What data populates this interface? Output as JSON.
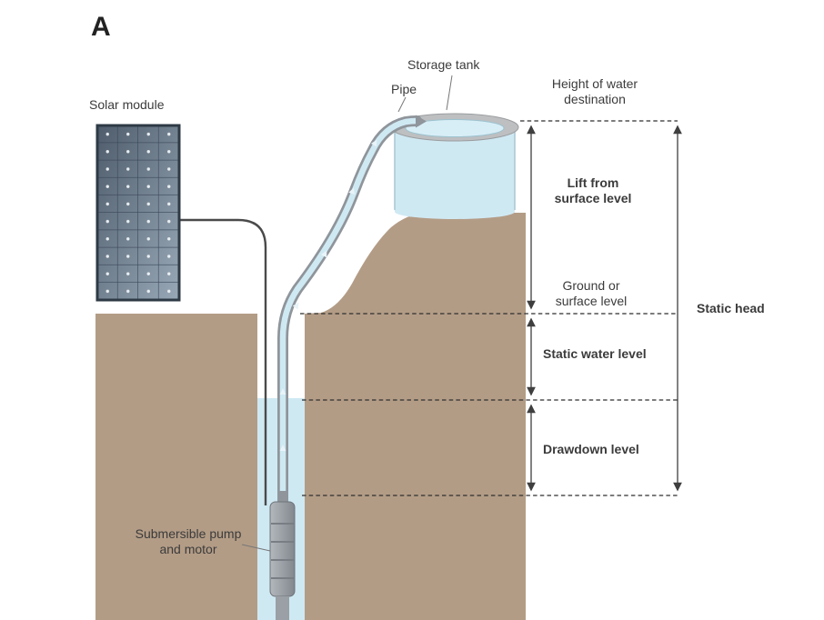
{
  "figure_label": "A",
  "labels": {
    "solar_module": "Solar module",
    "storage_tank": "Storage tank",
    "pipe": "Pipe",
    "height_of_water_destination": "Height of water destination",
    "lift_from_surface_level": "Lift from surface level",
    "ground_or_surface_level": "Ground or surface level",
    "static_head": "Static head",
    "static_water_level": "Static water level",
    "drawdown_level": "Drawdown level",
    "submersible_pump_and_motor": "Submersible pump and motor"
  },
  "colors": {
    "ground": "#b39c86",
    "water": "#cfe9f3",
    "tank_rim_gray": "#bdbfc1",
    "pipe_gray": "#8f959b",
    "panel_dark": "#4e5c6b",
    "panel_light": "#98a8b6",
    "line_dark": "#3b3b3b"
  }
}
